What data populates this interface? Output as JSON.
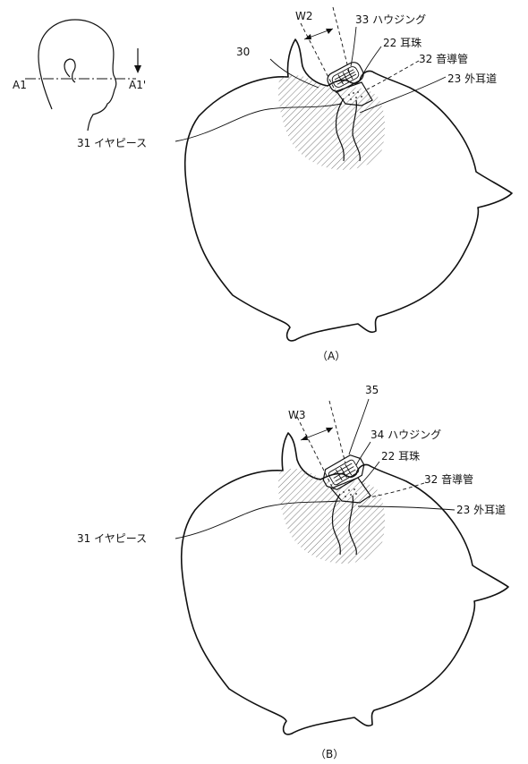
{
  "inset": {
    "left_label": "A1",
    "right_label": "A1'"
  },
  "panel_a": {
    "caption": "（A）",
    "w_label": "W2",
    "ref_30": "30",
    "label_housing": "33 ハウジング",
    "label_tragus": "22 耳珠",
    "label_sound_tube": "32 音導管",
    "label_ear_canal": "23 外耳道",
    "label_earpiece": "31 イヤピース"
  },
  "panel_b": {
    "caption": "（B）",
    "w_label": "W3",
    "ref_35": "35",
    "label_housing": "34 ハウジング",
    "label_tragus": "22 耳珠",
    "label_sound_tube": "32 音導管",
    "label_ear_canal": "23 外耳道",
    "label_earpiece": "31 イヤピース"
  }
}
